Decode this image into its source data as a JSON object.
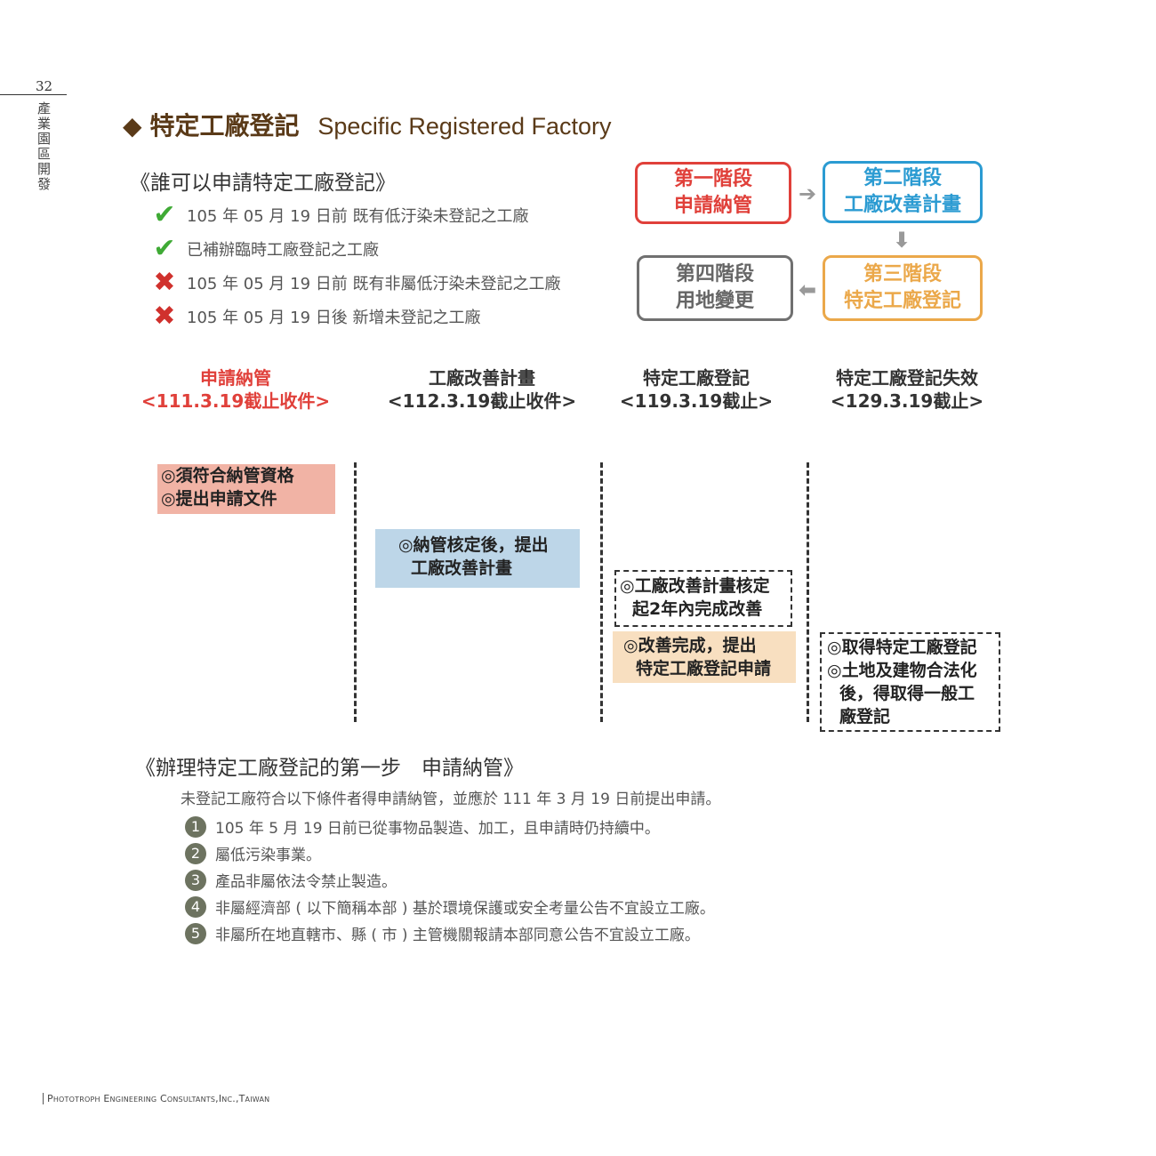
{
  "page_number": "32",
  "section_vertical": "產業園區開發",
  "title": {
    "zh": "特定工廠登記",
    "en": "Specific Registered Factory",
    "bullet": "◆"
  },
  "who": {
    "heading": "《誰可以申請特定工廠登記》",
    "items": [
      {
        "icon": "check-icon",
        "text": "105 年 05 月 19 日前 既有低汙染未登記之工廠"
      },
      {
        "icon": "check-icon",
        "text": "已補辦臨時工廠登記之工廠"
      },
      {
        "icon": "cross-icon",
        "text": "105 年 05 月 19 日前 既有非屬低汙染未登記之工廠"
      },
      {
        "icon": "cross-icon",
        "text": "105 年 05 月 19 日後 新增未登記之工廠"
      }
    ]
  },
  "stages": [
    {
      "line1": "第一階段",
      "line2": "申請納管",
      "color": "#e0403a"
    },
    {
      "line1": "第二階段",
      "line2": "工廠改善計畫",
      "color": "#2b9bd2"
    },
    {
      "line1": "第三階段",
      "line2": "特定工廠登記",
      "color": "#eba84a"
    },
    {
      "line1": "第四階段",
      "line2": "用地變更",
      "color": "#707070"
    }
  ],
  "timeline": {
    "columns": [
      {
        "line1": "申請納管",
        "line2": "<111.3.19截止收件>"
      },
      {
        "line1": "工廠改善計畫",
        "line2": "<112.3.19截止收件>"
      },
      {
        "line1": "特定工廠登記",
        "line2": "<119.3.19截止>"
      },
      {
        "line1": "特定工廠登記失效",
        "line2": "<129.3.19截止>"
      }
    ],
    "cards": {
      "c1": [
        "◎須符合納管資格",
        "◎提出申請文件"
      ],
      "c2": [
        "◎納管核定後，提出",
        "工廠改善計畫"
      ],
      "c3": [
        "◎工廠改善計畫核定",
        "起2年內完成改善"
      ],
      "c4": [
        "◎改善完成，提出",
        "特定工廠登記申請"
      ],
      "c5": [
        "◎取得特定工廠登記",
        "◎土地及建物合法化",
        "後，得取得一般工",
        "廠登記"
      ]
    }
  },
  "first_step": {
    "heading": "《辦理特定工廠登記的第一步　申請納管》",
    "intro": "未登記工廠符合以下條件者得申請納管，並應於 111 年 3 月 19 日前提出申請。",
    "conditions": [
      {
        "n": "1",
        "text": "105 年 5 月 19 日前已從事物品製造、加工，且申請時仍持續中。"
      },
      {
        "n": "2",
        "text": "屬低污染事業。"
      },
      {
        "n": "3",
        "text": "產品非屬依法令禁止製造。"
      },
      {
        "n": "4",
        "text": "非屬經濟部 ( 以下簡稱本部 ) 基於環境保護或安全考量公告不宜設立工廠。"
      },
      {
        "n": "5",
        "text": "非屬所在地直轄市、縣 ( 市 ) 主管機關報請本部同意公告不宜設立工廠。"
      }
    ]
  },
  "footer": "Phototroph Engineering Consultants,Inc.,Taiwan"
}
